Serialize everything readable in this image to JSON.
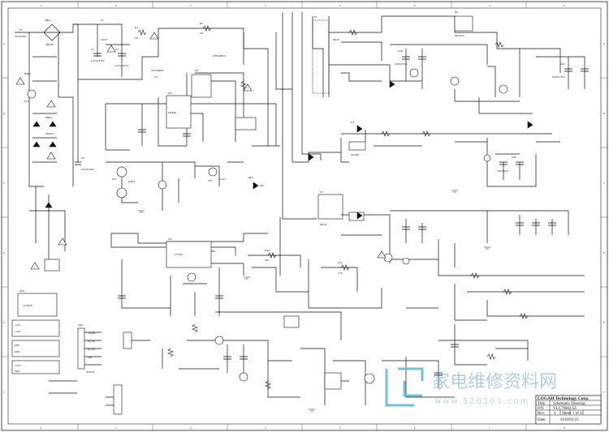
{
  "frame": {
    "top_numbers": [
      "1",
      "2",
      "3",
      "4",
      "5",
      "6",
      "7",
      "8"
    ],
    "bottom_numbers": [
      "1",
      "2",
      "3",
      "4",
      "5",
      "6",
      "7",
      "8"
    ],
    "left_letters": [
      "A",
      "B",
      "C",
      "D",
      "E",
      "F"
    ],
    "right_letters": [
      "A",
      "B",
      "C",
      "D",
      "E",
      "F"
    ]
  },
  "title_block": {
    "company": "LOGAH Technology Corp.",
    "title_label": "Title",
    "title_value": "Schematic Drawing",
    "pn_label": "P/N",
    "pn_value": "VLC79002.54",
    "rev_label": "Rev.",
    "rev_value": "1",
    "sheet_label": "Sheet",
    "sheet_value": "1 of 4",
    "date_label": "Date",
    "date_value": "2010/02/25"
  },
  "watermark": {
    "cn_text": "家电维修资料网",
    "url_text": "www.520101.com",
    "logo_color": "#5fb8d8",
    "text_color": "#8fb8d8"
  },
  "components": [
    {
      "ref": "BD1",
      "val": "KBP206"
    },
    {
      "ref": "C1",
      "val": "0.47uF/275V"
    },
    {
      "ref": "C2",
      "val": "0.47uF/275V"
    },
    {
      "ref": "L1",
      "val": "16mH"
    },
    {
      "ref": "F1",
      "val": "T5AH/250V"
    },
    {
      "ref": "NTC1",
      "val": "5D-9"
    },
    {
      "ref": "ZNR1",
      "val": "10D561"
    },
    {
      "ref": "C5",
      "val": "120uF/450V"
    },
    {
      "ref": "Q1",
      "val": "STP12NM50"
    },
    {
      "ref": "Q2",
      "val": "STP12NM50"
    },
    {
      "ref": "IC1",
      "val": "L6599D"
    },
    {
      "ref": "IC2",
      "val": "LD7591"
    },
    {
      "ref": "IC3",
      "val": "PC817"
    },
    {
      "ref": "IC4",
      "val": "TL431"
    },
    {
      "ref": "T1",
      "val": "ERL35"
    },
    {
      "ref": "T2",
      "val": "EEL19"
    },
    {
      "ref": "D1",
      "val": "SR1060"
    },
    {
      "ref": "D2",
      "val": "SR10100"
    },
    {
      "ref": "C20",
      "val": "1000uF/35V"
    },
    {
      "ref": "C21",
      "val": "1000uF/35V"
    },
    {
      "ref": "C30",
      "val": "470uF/16V"
    },
    {
      "ref": "R1",
      "val": "1M"
    },
    {
      "ref": "R2",
      "val": "1M"
    },
    {
      "ref": "R10",
      "val": "10K"
    },
    {
      "ref": "R11",
      "val": "4.7K"
    },
    {
      "ref": "ZD1",
      "val": "18V"
    },
    {
      "ref": "CN1",
      "val": "AC INPUT"
    },
    {
      "ref": "CN2",
      "val": "OUTPUT"
    }
  ],
  "connector_pins": [
    "+24V",
    "+24V",
    "GND",
    "GND",
    "+12V",
    "GND",
    "+5VSB",
    "PS_ON",
    "BL_ON",
    "DIM"
  ],
  "warning_symbol": "!"
}
